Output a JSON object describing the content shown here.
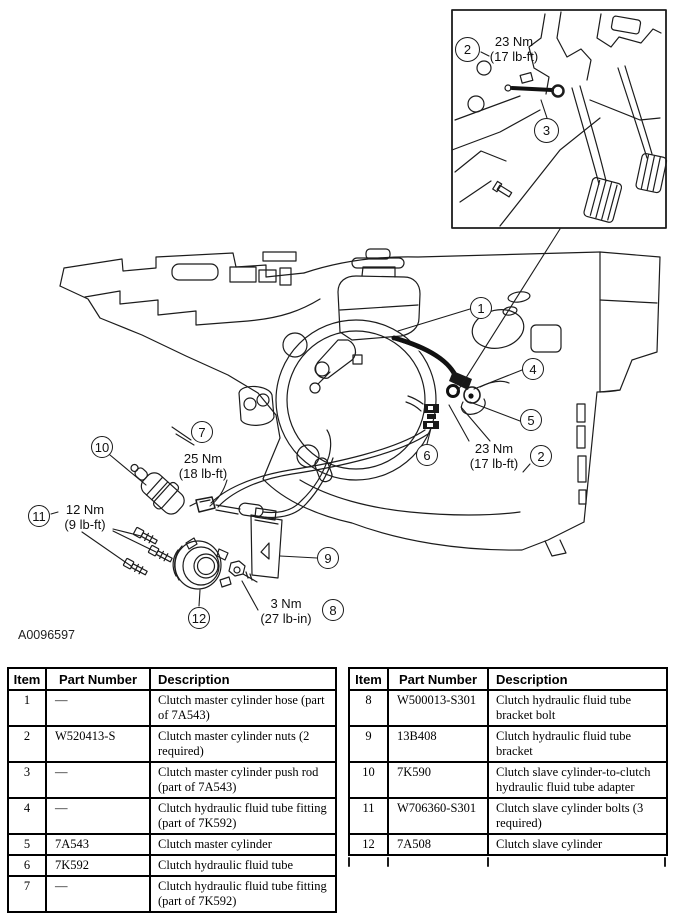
{
  "colors": {
    "background": "#ffffff",
    "line": "#1c1c1c"
  },
  "figure": {
    "code": "A0096597",
    "inset": {
      "torque": {
        "line1": "23 Nm",
        "line2": "(17 lb-ft)"
      },
      "callouts": {
        "c2": "2",
        "c3": "3"
      }
    },
    "callouts": {
      "c1": "1",
      "c2": "2",
      "c4": "4",
      "c5": "5",
      "c6": "6",
      "c7": "7",
      "c8": "8",
      "c9": "9",
      "c10": "10",
      "c11": "11",
      "c12": "12"
    },
    "torques": {
      "t7": {
        "line1": "25 Nm",
        "line2": "(18 lb-ft)"
      },
      "t2": {
        "line1": "23 Nm",
        "line2": "(17 lb-ft)"
      },
      "t11": {
        "line1": "12 Nm",
        "line2": "(9 lb-ft)"
      },
      "t8": {
        "line1": "3 Nm",
        "line2": "(27 lb-in)"
      }
    }
  },
  "tables": {
    "headers": [
      "Item",
      "Part Number",
      "Description"
    ],
    "left": [
      {
        "item": "1",
        "part": "—",
        "desc": "Clutch master cylinder hose (part of 7A543)"
      },
      {
        "item": "2",
        "part": "W520413-S",
        "desc": "Clutch master cylinder nuts (2 required)"
      },
      {
        "item": "3",
        "part": "—",
        "desc": "Clutch master cylinder push rod (part of 7A543)"
      },
      {
        "item": "4",
        "part": "—",
        "desc": "Clutch hydraulic fluid tube fitting (part of 7K592)"
      },
      {
        "item": "5",
        "part": "7A543",
        "desc": "Clutch master cylinder"
      },
      {
        "item": "6",
        "part": "7K592",
        "desc": "Clutch hydraulic fluid tube"
      },
      {
        "item": "7",
        "part": "—",
        "desc": "Clutch hydraulic fluid tube fitting (part of 7K592)"
      }
    ],
    "right": [
      {
        "item": "8",
        "part": "W500013-S301",
        "desc": "Clutch hydraulic fluid tube bracket bolt"
      },
      {
        "item": "9",
        "part": "13B408",
        "desc": "Clutch hydraulic fluid tube bracket"
      },
      {
        "item": "10",
        "part": "7K590",
        "desc": "Clutch slave cylinder-to-clutch hydraulic fluid tube adapter"
      },
      {
        "item": "11",
        "part": "W706360-S301",
        "desc": "Clutch slave cylinder bolts (3 required)"
      },
      {
        "item": "12",
        "part": "7A508",
        "desc": "Clutch slave cylinder"
      }
    ]
  }
}
